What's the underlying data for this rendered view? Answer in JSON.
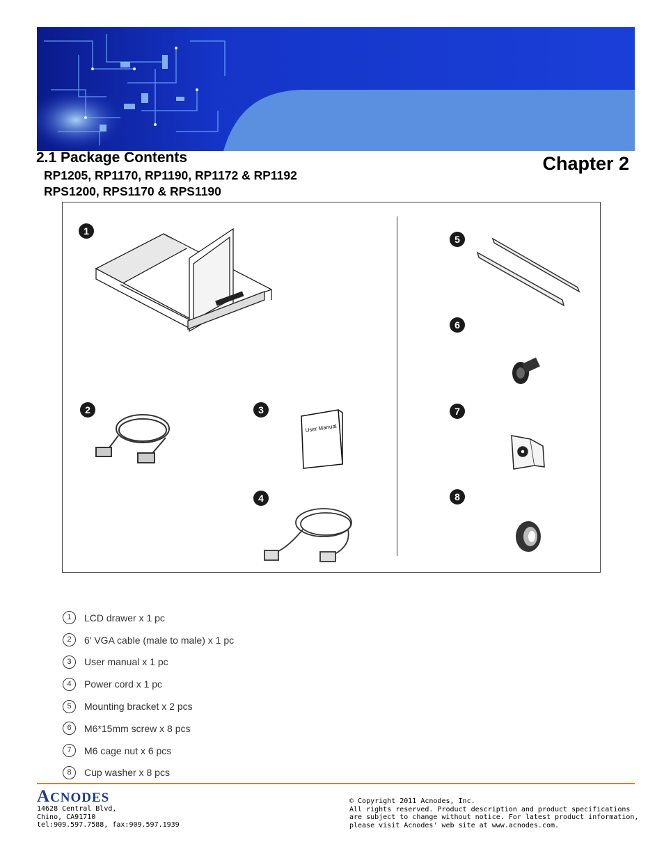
{
  "header": {
    "section_title": "2.1 Package Contents",
    "chapter": "Chapter 2",
    "models_line1": "RP1205, RP1170, RP1190, RP1172 & RP1192",
    "models_line2": "RPS1200, RPS1170 & RPS1190"
  },
  "figure": {
    "badges": [
      "1",
      "2",
      "3",
      "4",
      "5",
      "6",
      "7",
      "8"
    ],
    "manual_label": "User Manual"
  },
  "contents": [
    {
      "num": "1",
      "text": "LCD drawer  x 1 pc"
    },
    {
      "num": "2",
      "text": "6' VGA cable (male to male) x 1 pc"
    },
    {
      "num": "3",
      "text": "User manual  x 1 pc"
    },
    {
      "num": "4",
      "text": "Power cord  x 1 pc"
    },
    {
      "num": "5",
      "text": "Mounting bracket x 2 pcs"
    },
    {
      "num": "6",
      "text": "M6*15mm screw x 8 pcs"
    },
    {
      "num": "7",
      "text": "M6 cage nut x 6 pcs"
    },
    {
      "num": "8",
      "text": "Cup washer x 8 pcs"
    }
  ],
  "footer": {
    "logo_first": "A",
    "logo_rest": "CNODES",
    "address_line1": "14628 Central Blvd,",
    "address_line2": "Chino, CA91710",
    "address_line3": "tel:909.597.7588, fax:909.597.1939",
    "copyright_line1": "© Copyright 2011 Acnodes, Inc.",
    "copyright_line2": "All rights reserved. Product description and product specifications",
    "copyright_line3": "are subject to change without notice. For latest product information,",
    "copyright_line4": "please visit Acnodes' web site at www.acnodes.com."
  },
  "colors": {
    "banner_blue": "#1a3fd0",
    "banner_light": "#5b8fe0",
    "footer_rule": "#e07a3a",
    "logo": "#1e3a8c"
  }
}
